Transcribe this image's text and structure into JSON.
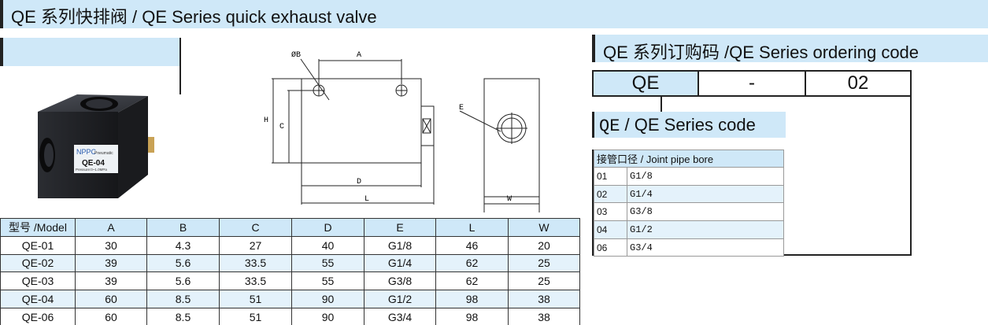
{
  "title": "QE 系列快排阀 / QE Series quick exhaust valve",
  "product_photo": {
    "brand": "NPPC",
    "brand_sub": "Pneumatic",
    "model": "QE-04",
    "pressure": "Pressure:0~1.0MPa"
  },
  "drawing": {
    "labels": {
      "a": "A",
      "b": "ØB",
      "c": "C",
      "d": "D",
      "e": "E",
      "h": "H",
      "l": "L",
      "w": "W"
    }
  },
  "spec_table": {
    "headers": [
      "型号 /Model",
      "A",
      "B",
      "C",
      "D",
      "E",
      "L",
      "W"
    ],
    "rows": [
      [
        "QE-01",
        "30",
        "4.3",
        "27",
        "40",
        "G1/8",
        "46",
        "20"
      ],
      [
        "QE-02",
        "39",
        "5.6",
        "33.5",
        "55",
        "G1/4",
        "62",
        "25"
      ],
      [
        "QE-03",
        "39",
        "5.6",
        "33.5",
        "55",
        "G3/8",
        "62",
        "25"
      ],
      [
        "QE-04",
        "60",
        "8.5",
        "51",
        "90",
        "G1/2",
        "98",
        "38"
      ],
      [
        "QE-06",
        "60",
        "8.5",
        "51",
        "90",
        "G3/4",
        "98",
        "38"
      ]
    ]
  },
  "ordering": {
    "title": "QE 系列订购码 /QE Series ordering code",
    "code_parts": [
      "QE",
      "-",
      "02"
    ],
    "series_code_prefix": "QE",
    "series_code_label": " / QE Series code",
    "bore_header": "接管口径 / Joint pipe bore",
    "bore_rows": [
      [
        "01",
        "G1/8"
      ],
      [
        "02",
        "G1/4"
      ],
      [
        "03",
        "G3/8"
      ],
      [
        "04",
        "G1/2"
      ],
      [
        "06",
        "G3/4"
      ]
    ]
  },
  "colors": {
    "accent_bg": "#cfe8f8",
    "row_alt": "#e4f2fb",
    "body_black": "#1c1e22"
  }
}
